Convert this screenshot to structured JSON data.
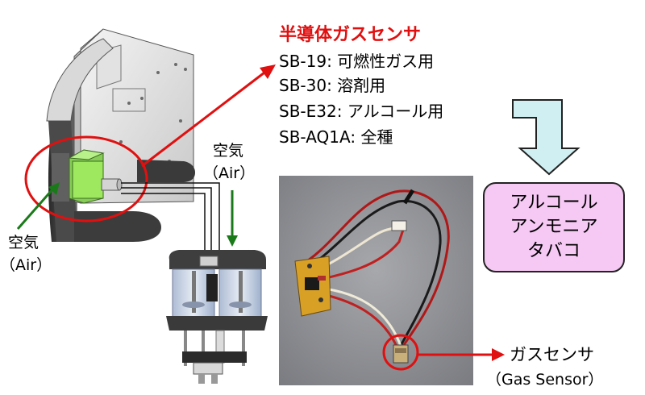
{
  "sensor_list": {
    "title": "半導体ガスセンサ",
    "items": [
      "SB-19: 可燃性ガス用",
      "SB-30: 溶剤用",
      "SB-E32: アルコール用",
      "SB-AQ1A: 全種"
    ]
  },
  "air_top": {
    "jp": "空気",
    "en": "（Air）"
  },
  "air_left": {
    "jp": "空気",
    "en": "（Air）"
  },
  "targets": [
    "アルコール",
    "アンモニア",
    "タバコ"
  ],
  "gas_sensor": {
    "jp": "ガスセンサ",
    "en": "（Gas Sensor）"
  },
  "colors": {
    "title_red": "#e01010",
    "arrow_red": "#e01010",
    "arrow_green": "#1a7a1a",
    "sensor_green": "#9ee860",
    "target_box_fill": "#f6c8f4",
    "flow_arrow_fill": "#cfeff3",
    "photo_bg": "#8e8f93",
    "container_fill": "#cfd8e6"
  }
}
